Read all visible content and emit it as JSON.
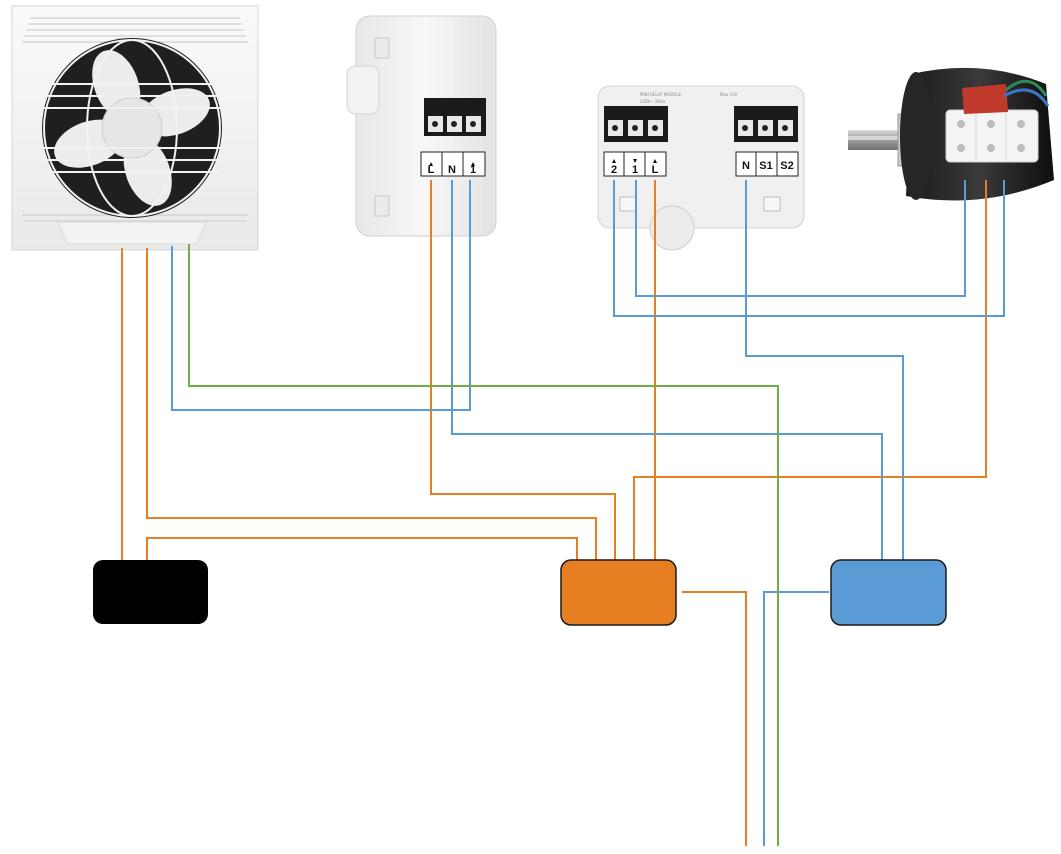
{
  "colors": {
    "live_wire": "#e67e22",
    "neutral_wire": "#5b9bd5",
    "earth_wire": "#70ad47",
    "live_junction": "#e67e22",
    "neutral_junction": "#5b9bd5",
    "black_box": "#000000"
  },
  "switch_box": {
    "terminals": [
      "L",
      "N",
      "1"
    ]
  },
  "relay_module": {
    "left_terminals": [
      "2",
      "1",
      "L"
    ],
    "right_terminals": [
      "N",
      "S1",
      "S2"
    ],
    "fine_print": [
      "MINI RELAY MODULE",
      "230V~ 50Hz",
      "Max 10A"
    ]
  },
  "components": {
    "fan": "exhaust-fan",
    "switch": "switch-box",
    "relay": "relay-module",
    "motor": "ac-motor"
  }
}
